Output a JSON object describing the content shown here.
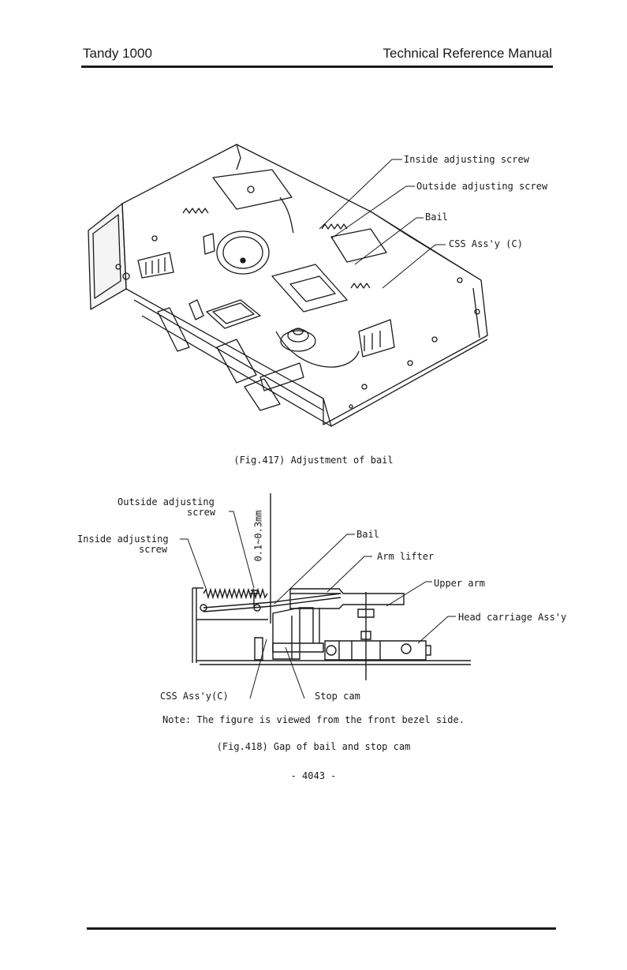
{
  "header": {
    "left": "Tandy 1000",
    "right": "Technical Reference Manual"
  },
  "fig417": {
    "labels": {
      "inside_adjusting_screw": "Inside adjusting screw",
      "outside_adjusting_screw": "Outside adjusting screw",
      "bail": "Bail",
      "css_assy": "CSS Ass'y (C)"
    },
    "caption": "(Fig.417) Adjustment of bail"
  },
  "fig418": {
    "labels": {
      "outside_adjusting_line1": "Outside adjusting",
      "outside_adjusting_line2": "screw",
      "inside_adjusting_line1": "Inside adjusting",
      "inside_adjusting_line2": "screw",
      "gap": "0.1~0.3mm",
      "bail": "Bail",
      "arm_lifter": "Arm lifter",
      "upper_arm": "Upper arm",
      "head_carriage": "Head carriage Ass'y",
      "css_assy": "CSS Ass'y(C)",
      "stop_cam": "Stop cam"
    },
    "note": "Note: The figure is viewed from the front bezel side.",
    "caption": "(Fig.418) Gap of bail and stop cam"
  },
  "page_number": "- 4043 -"
}
